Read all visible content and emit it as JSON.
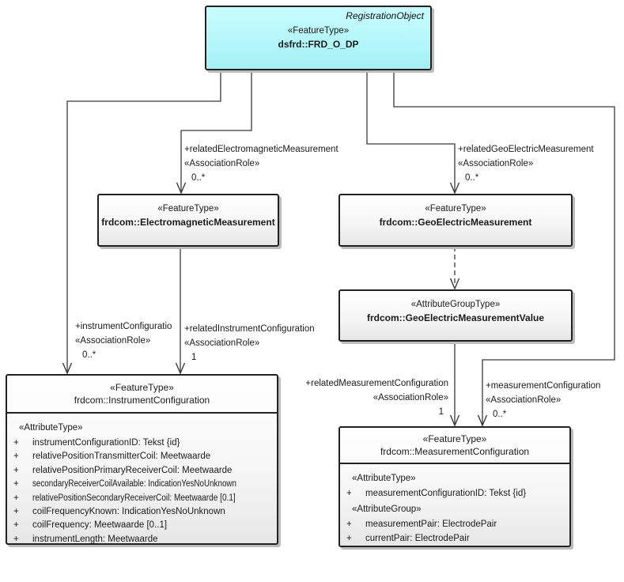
{
  "symbols": {
    "plus": "+"
  },
  "colors": {
    "registration_fill": "#b2f6fa",
    "node_fill_bottom": "#e7e7e7",
    "border": "#222222",
    "shadow": "#bcbcbc",
    "line": "#3a3a3a"
  },
  "classes": {
    "frd": {
      "annotation": "RegistrationObject",
      "stereotype": "«FeatureType»",
      "name": "dsfrd::FRD_O_DP"
    },
    "em": {
      "stereotype": "«FeatureType»",
      "name": "frdcom::ElectromagneticMeasurement"
    },
    "ge": {
      "stereotype": "«FeatureType»",
      "name": "frdcom::GeoElectricMeasurement"
    },
    "gev": {
      "stereotype": "«AttributeGroupType»",
      "name": "frdcom::GeoElectricMeasurementValue"
    },
    "ic": {
      "stereotype": "«FeatureType»",
      "name": "frdcom::InstrumentConfiguration",
      "group": "«AttributeType»",
      "attrs": [
        "instrumentConfigurationID: Tekst {id}",
        "relativePositionTransmitterCoil: Meetwaarde",
        "relativePositionPrimaryReceiverCoil: Meetwaarde",
        "secondaryReceiverCoilAvailable: IndicationYesNoUnknown",
        "relativePositionSecondaryReceiverCoil: Meetwaarde [0.1]",
        "coilFrequencyKnown: IndicationYesNoUnknown",
        "coilFrequency: Meetwaarde [0..1]",
        "instrumentLength: Meetwaarde"
      ]
    },
    "mc": {
      "stereotype": "«FeatureType»",
      "name": "frdcom::MeasurementConfiguration",
      "group1": "«AttributeType»",
      "attrs1": [
        "measurementConfigurationID: Tekst {id}"
      ],
      "group2": "«AttributeGroup»",
      "attrs2": [
        "measurementPair: ElectrodePair",
        "currentPair: ElectrodePair"
      ]
    }
  },
  "labels": {
    "em_role": {
      "name": "+relatedElectromagneticMeasurement",
      "stereotype": "«AssociationRole»",
      "multiplicity": "0..*"
    },
    "ge_role": {
      "name": "+relatedGeoElectricMeasurement",
      "stereotype": "«AssociationRole»",
      "multiplicity": "0..*"
    },
    "ic_role": {
      "name": "+instrumentConfiguratio",
      "stereotype": "«AssociationRole»",
      "multiplicity": "0..*"
    },
    "ric_role": {
      "name": "+relatedInstrumentConfiguration",
      "stereotype": "«AssociationRole»",
      "multiplicity": "1"
    },
    "rmc_role": {
      "name": "+relatedMeasurementConfiguration",
      "stereotype": "«AssociationRole»",
      "multiplicity": "1"
    },
    "mc_role": {
      "name": "+measurementConfiguration",
      "stereotype": "«AssociationRole»",
      "multiplicity": "0..*"
    }
  }
}
